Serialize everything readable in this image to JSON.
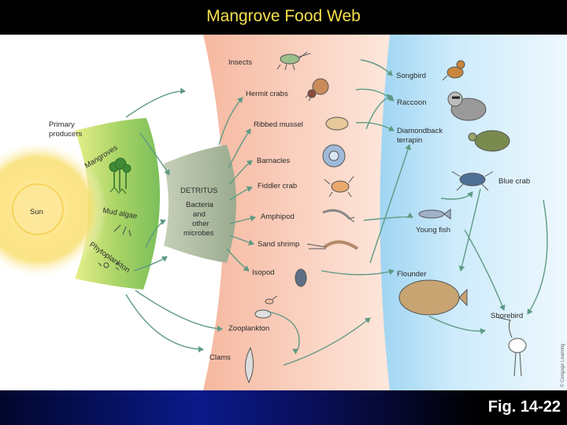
{
  "title": "Mangrove Food Web",
  "footer_label": "Fig. 14-22",
  "credit": "© Cengage Learning",
  "producers": {
    "heading": [
      "Primary",
      "producers"
    ],
    "sun": "Sun",
    "mangroves": "Mangroves",
    "mud_algae": "Mud algae",
    "phytoplankton": "Phytoplankton"
  },
  "detritus": {
    "heading": "DETRITUS",
    "lines": [
      "Bacteria",
      "and",
      "other",
      "microbes"
    ]
  },
  "consumers": [
    "Insects",
    "Hermit crabs",
    "Ribbed mussel",
    "Barnacles",
    "Fiddler crab",
    "Amphipod",
    "Sand shrimp",
    "Isopod",
    "Zooplankton",
    "Clams"
  ],
  "predators": {
    "songbird": "Songbird",
    "raccoon": "Raccoon",
    "terrapin": [
      "Diamondback",
      "terrapin"
    ],
    "blue_crab": "Blue crab",
    "young_fish": "Young fish",
    "flounder": "Flounder",
    "shorebird": "Shorebird"
  },
  "colors": {
    "title": "#f7e04a",
    "arrow": "#5f9a84",
    "producer_band": "#8cc63f",
    "detritus_band": "#a4b49a",
    "consumer_band": "#f7c7b3",
    "predator_band": "#bfe3f7"
  }
}
